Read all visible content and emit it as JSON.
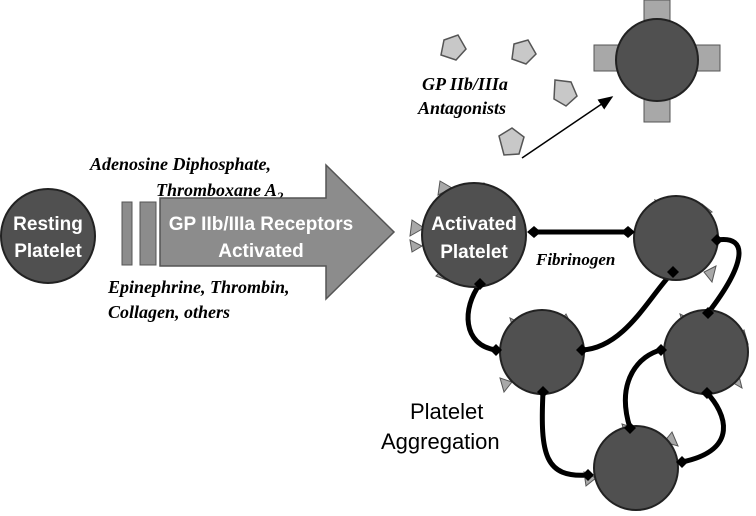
{
  "resting_platelet": {
    "line1": "Resting",
    "line2": "Platelet"
  },
  "agonists_top": {
    "line1": "Adenosine Diphosphate,",
    "line2": "Thromboxane A",
    "line2_sub": "2"
  },
  "agonists_bottom": {
    "line1": "Epinephrine, Thrombin,",
    "line2": "Collagen, others"
  },
  "arrow_label": {
    "line1": "GP IIb/IIIa Receptors",
    "line2": "Activated"
  },
  "antagonists": {
    "line1": "GP IIb/IIIa",
    "line2": "Antagonists"
  },
  "activated_platelet": {
    "line1": "Activated",
    "line2": "Platelet"
  },
  "fibrinogen_label": "Fibrinogen",
  "aggregation": {
    "line1": "Platelet",
    "line2": "Aggregation"
  },
  "colors": {
    "platelet_fill": "#505050",
    "receptor_fill": "#a8a8a8",
    "arrow_fill": "#8c8c8c",
    "bridge_stroke": "#000000",
    "antagonist_fill": "#c8c8c8"
  }
}
